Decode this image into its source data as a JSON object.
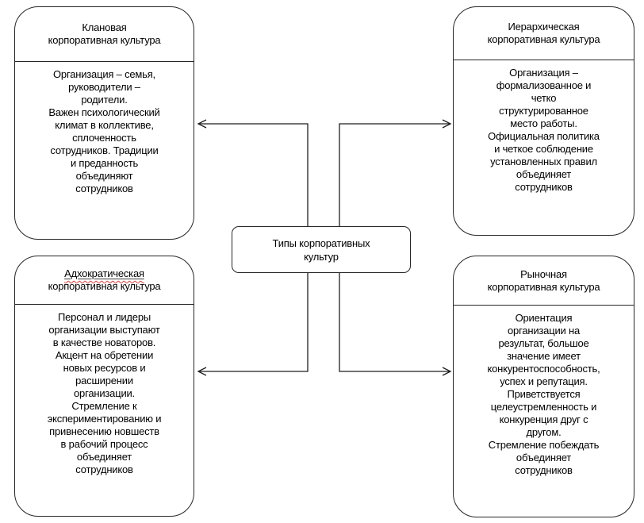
{
  "diagram": {
    "center": {
      "label": "Типы корпоративных\nкультур"
    },
    "boxes": [
      {
        "id": "clan",
        "title_line1": "Клановая",
        "title_line2": "корпоративная культура",
        "body": "Организация – семья,\nруководители –\nродители.\nВажен психологический\nклимат в коллективе,\nсплоченность\nсотрудников. Традиции\nи преданность\nобъединяют\nсотрудников"
      },
      {
        "id": "hierarchy",
        "title_line1": "Иерархическая",
        "title_line2": "корпоративная культура",
        "body": "Организация –\nформализованное и\nчетко\nструктурированное\nместо работы.\nОфициальная политика\nи четкое соблюдение\nустановленных правил\nобъединяет\nсотрудников"
      },
      {
        "id": "adhocracy",
        "title_line1": "Адхократическая",
        "title_line2": "корпоративная культура",
        "body": "Персонал и лидеры\nорганизации выступают\nв качестве новаторов.\nАкцент на обретении\nновых ресурсов и\nрасширении\nорганизации.\nСтремление к\nэкспериментированию и\nпривнесению новшеств\nв рабочий процесс\nобъединяет\nсотрудников"
      },
      {
        "id": "market",
        "title_line1": "Рыночная",
        "title_line2": "корпоративная культура",
        "body": "Ориентация\nорганизации на\nрезультат, большое\nзначение имеет\nконкурентоспособность,\nуспех и репутация.\nПриветствуется\nцелеустремленность и\nконкуренция друг с\nдругом.\nСтремление побеждать\nобъединяет\nсотрудников"
      }
    ],
    "colors": {
      "line": "#1f1f1f",
      "background": "#ffffff",
      "spellcheck_underline": "#e03c3c"
    }
  }
}
